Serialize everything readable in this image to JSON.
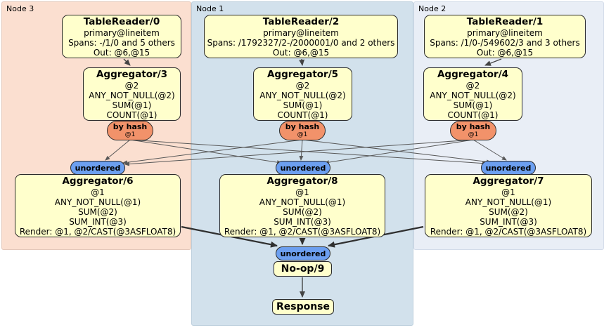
{
  "regions": [
    {
      "label": "Node 3"
    },
    {
      "label": "Node 1"
    },
    {
      "label": "Node 2"
    }
  ],
  "processors": [
    {
      "title": "TableReader/0",
      "lines": [
        "primary@lineitem",
        "Spans: -/1/0 and 5 others",
        "Out: @6,@15"
      ]
    },
    {
      "title": "TableReader/2",
      "lines": [
        "primary@lineitem",
        "Spans: /1792327/2-/2000001/0 and 2 others",
        "Out: @6,@15"
      ]
    },
    {
      "title": "TableReader/1",
      "lines": [
        "primary@lineitem",
        "Spans: /1/0-/549602/3 and 3 others",
        "Out: @6,@15"
      ]
    },
    {
      "title": "Aggregator/3",
      "lines": [
        "@2",
        "ANY_NOT_NULL(@2)",
        "SUM(@1)",
        "COUNT(@1)"
      ]
    },
    {
      "title": "Aggregator/5",
      "lines": [
        "@2",
        "ANY_NOT_NULL(@2)",
        "SUM(@1)",
        "COUNT(@1)"
      ]
    },
    {
      "title": "Aggregator/4",
      "lines": [
        "@2",
        "ANY_NOT_NULL(@2)",
        "SUM(@1)",
        "COUNT(@1)"
      ]
    },
    {
      "title": "Aggregator/6",
      "lines": [
        "@1",
        "ANY_NOT_NULL(@1)",
        "SUM(@2)",
        "SUM_INT(@3)",
        "Render: @1, @2/CAST(@3ASFLOAT8)"
      ]
    },
    {
      "title": "Aggregator/8",
      "lines": [
        "@1",
        "ANY_NOT_NULL(@1)",
        "SUM(@2)",
        "SUM_INT(@3)",
        "Render: @1, @2/CAST(@3ASFLOAT8)"
      ]
    },
    {
      "title": "Aggregator/7",
      "lines": [
        "@1",
        "ANY_NOT_NULL(@1)",
        "SUM(@2)",
        "SUM_INT(@3)",
        "Render: @1, @2/CAST(@3ASFLOAT8)"
      ]
    },
    {
      "title": "No-op/9",
      "lines": []
    },
    {
      "title": "Response",
      "lines": []
    }
  ],
  "routers": [
    {
      "label": "by hash",
      "detail": "@1"
    },
    {
      "label": "by hash",
      "detail": "@1"
    },
    {
      "label": "by hash",
      "detail": "@1"
    }
  ],
  "syncs": [
    {
      "label": "unordered"
    },
    {
      "label": "unordered"
    },
    {
      "label": "unordered"
    },
    {
      "label": "unordered"
    }
  ],
  "colors": {
    "processor_fill": "#ffffcc",
    "router_fill": "#f2926a",
    "sync_fill": "#6c9ff0",
    "node3_fill": "#fbdfd0",
    "node1_fill": "#d2e1ec",
    "node2_fill": "#e9eef6",
    "edge": "#444444"
  }
}
